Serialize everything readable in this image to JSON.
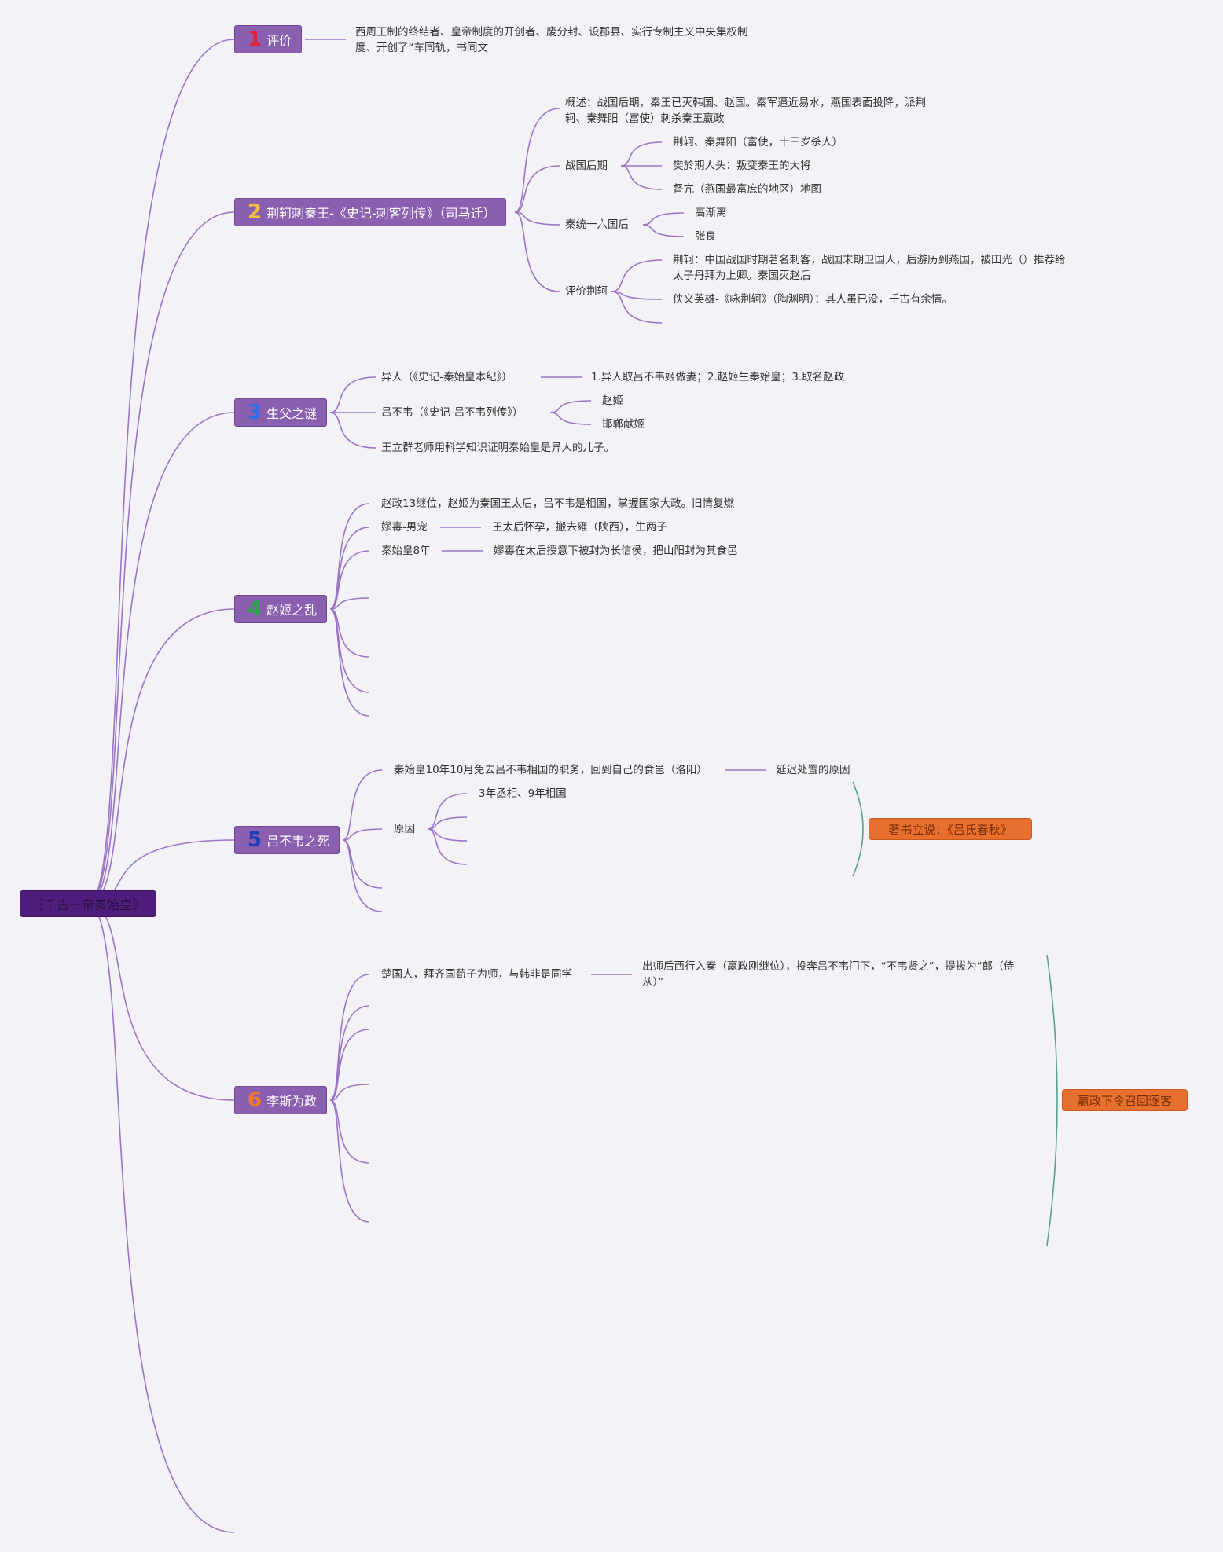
{
  "colors": {
    "background": "#f3f2f6",
    "branch_line": "#9b74c6",
    "topic_fill": "#8b5fb0",
    "root_fill": "#4e1c7d",
    "callout_fill": "#e8702e",
    "summary_line": "#5aa090"
  },
  "root": {
    "title": "《千古一帝秦始皇》"
  },
  "topics": [
    {
      "num": "1",
      "num_color": "#e0213a",
      "title": "评价"
    },
    {
      "num": "2",
      "num_color": "#f2c23a",
      "title": "荆轲刺秦王-《史记-刺客列传》（司马迁）"
    },
    {
      "num": "3",
      "num_color": "#2f6fe0",
      "title": "生父之谜"
    },
    {
      "num": "4",
      "num_color": "#2ea44f",
      "title": "赵姬之乱"
    },
    {
      "num": "5",
      "num_color": "#1f3fb8",
      "title": "吕不韦之死"
    },
    {
      "num": "6",
      "num_color": "#f07a2a",
      "title": "李斯为政"
    }
  ],
  "t1": {
    "desc": "西周王制的终结者、皇帝制度的开创者、废分封、设郡县、实行专制主义中央集权制度、开创了“车同轨，书同文"
  },
  "t2": {
    "overview": "概述：战国后期，秦王已灭韩国、赵国。秦军逼近易水，燕国表面投降，派荆轲、秦舞阳（富使）刺杀秦王嬴政",
    "late_wars": {
      "label": "战国后期",
      "items": [
        "荆轲、秦舞阳（富使，十三岁杀人）",
        "樊於期人头：叛变秦王的大将",
        "督亢（燕国最富庶的地区）地图"
      ]
    },
    "after_unify": {
      "label": "秦统一六国后",
      "items": [
        "高渐离",
        "张良"
      ]
    },
    "evaluate": {
      "label": "评价荆轲",
      "items": [
        "荆轲：中国战国时期著名刺客，战国末期卫国人，后游历到燕国，被田光（）推荐给太子丹拜为上卿。秦国灭赵后",
        "侠义英雄-《咏荆轲》（陶渊明）：其人虽已没，千古有余情。"
      ]
    }
  },
  "t3": {
    "yiren": "异人（《史记-秦始皇本纪》）",
    "yiren_detail": "1.异人取吕不韦姬做妻；2.赵姬生秦始皇；3.取名赵政",
    "lbw": "吕不韦（《史记-吕不韦列传》）",
    "lbw_items": [
      "赵姬",
      "邯郸献姬"
    ],
    "wang": "王立群老师用科学知识证明秦始皇是异人的儿子。"
  },
  "t4": {
    "item1": "赵政13继位，赵姬为秦国王太后，吕不韦是相国，掌握国家大政。旧情复燃",
    "item2": "嫪毐-男宠",
    "item2_detail": "王太后怀孕，搬去雍（陕西），生两子",
    "item3": "秦始皇8年",
    "item3_detail": "嫪毐在太后授意下被封为长信侯，把山阳封为其食邑"
  },
  "t5": {
    "item1": "秦始皇10年10月免去吕不韦相国的职务，回到自己的食邑（洛阳）",
    "item1_detail": "延迟处置的原因",
    "reason": "原因",
    "reason_item1": "3年丞相、9年相国",
    "callout": "著书立说：《吕氏春秋》"
  },
  "t6": {
    "item1": "楚国人，拜齐国荀子为师，与韩非是同学",
    "item1_detail": "出师后西行入秦（嬴政刚继位），投奔吕不韦门下，“不韦贤之”，提拔为“郎（侍从）”",
    "callout": "嬴政下令召回逐客"
  }
}
